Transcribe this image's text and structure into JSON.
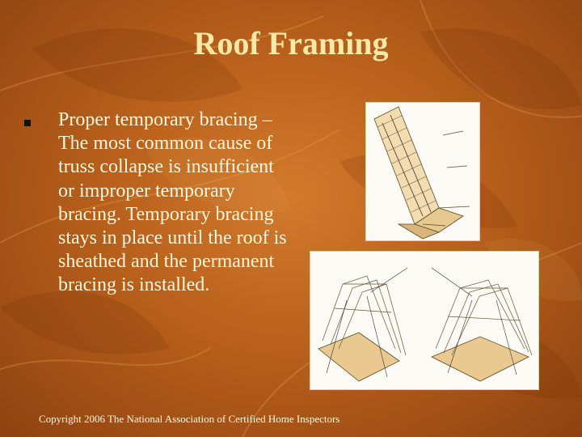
{
  "slide": {
    "title": "Roof Framing",
    "bullet": {
      "marker": "n",
      "text": "Proper temporary bracing – The most common cause of truss collapse is insufficient or improper temporary bracing.  Temporary bracing stays in place until the roof is sheathed and the permanent bracing is installed."
    },
    "footer": "Copyright 2006 The National Association of Certified Home Inspectors"
  },
  "colors": {
    "background": "#b8601c",
    "title": "#f6e9a6",
    "text": "#fff6dc"
  }
}
